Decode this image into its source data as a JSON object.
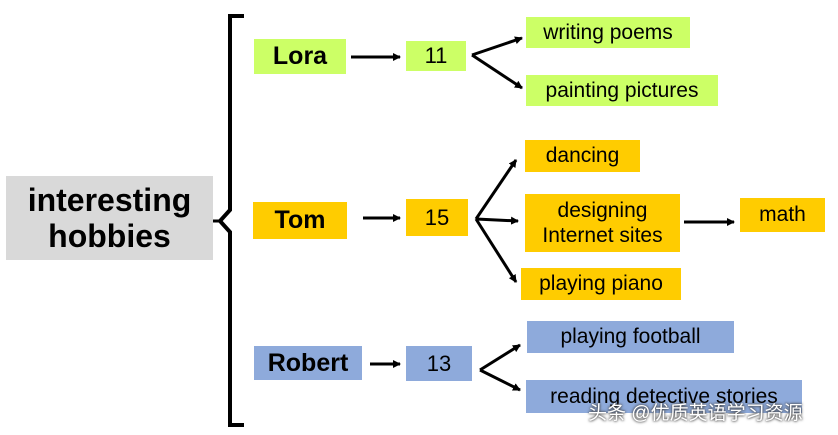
{
  "colors": {
    "lora": "#ccff66",
    "tom": "#ffcc00",
    "robert": "#8eaadb",
    "root": "#d9d9d9",
    "line": "#000000"
  },
  "root": {
    "line1": "interesting",
    "line2": "hobbies"
  },
  "people": [
    {
      "name": "Lora",
      "age": "11",
      "hobbies": [
        "writing poems",
        "painting pictures"
      ]
    },
    {
      "name": "Tom",
      "age": "15",
      "hobbies": [
        "dancing",
        "designing Internet sites",
        "playing piano"
      ],
      "hobby_lines": [
        "designing",
        "Internet sites"
      ],
      "extra": "math"
    },
    {
      "name": "Robert",
      "age": "13",
      "hobbies": [
        "playing football",
        "reading detective stories"
      ]
    }
  ],
  "watermark": "头条 @优质英语学习资源"
}
